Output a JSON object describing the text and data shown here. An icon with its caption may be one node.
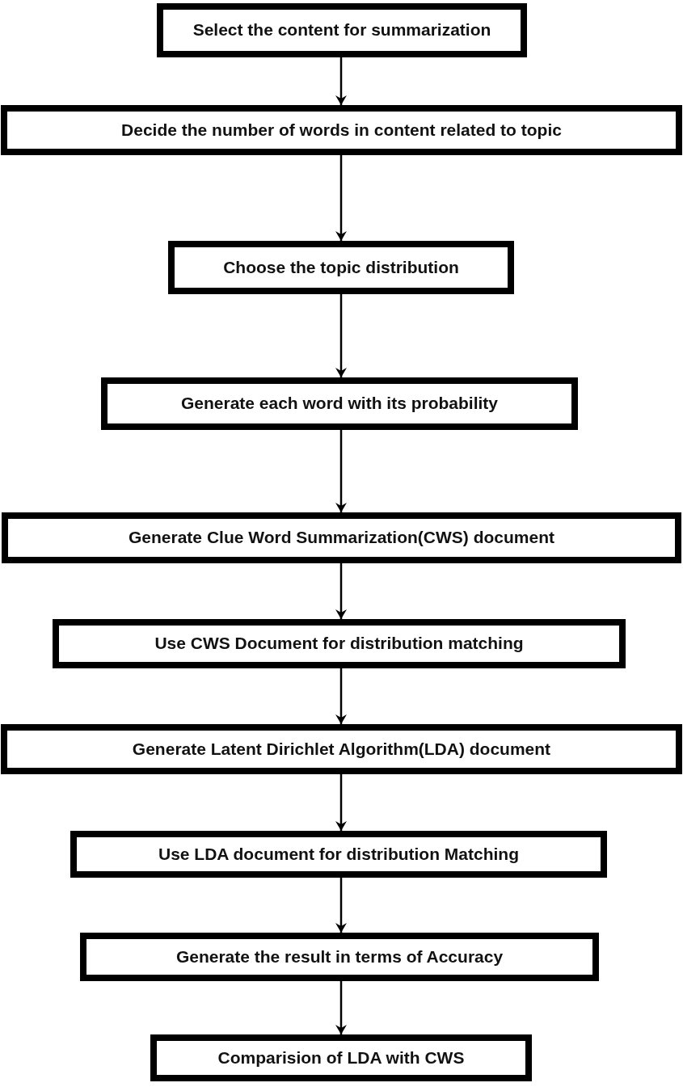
{
  "diagram": {
    "nodes": [
      {
        "text": [
          "Select the content for summarization"
        ]
      },
      {
        "text": [
          "Decide the number of words in content related to topic"
        ]
      },
      {
        "text": [
          "Choose the topic distribution"
        ]
      },
      {
        "text": [
          "Generate each word with its probability"
        ]
      },
      {
        "text": [
          "Generate Clue Word Summarization(CWS) document"
        ]
      },
      {
        "text": [
          "Use CWS Document for distribution matching"
        ]
      },
      {
        "text": [
          "Generate Latent Dirichlet Algorithm(LDA) document"
        ]
      },
      {
        "text": [
          "Use LDA document for distribution Matching"
        ]
      },
      {
        "text": [
          "Generate the result in terms of Accuracy"
        ]
      },
      {
        "text": [
          "Comparision of LDA with CWS"
        ]
      }
    ],
    "edges": [
      {
        "from": 0,
        "to": 1,
        "arrow": "to"
      },
      {
        "from": 1,
        "to": 2,
        "arrow": "to"
      },
      {
        "from": 2,
        "to": 3,
        "arrow": "to"
      },
      {
        "from": 3,
        "to": 4,
        "arrow": "to"
      },
      {
        "from": 4,
        "to": 5,
        "arrow": "to"
      },
      {
        "from": 5,
        "to": 6,
        "arrow": "to"
      },
      {
        "from": 6,
        "to": 7,
        "arrow": "to"
      },
      {
        "from": 7,
        "to": 8,
        "arrow": "to"
      },
      {
        "from": 8,
        "to": 9,
        "arrow": "to"
      }
    ]
  }
}
